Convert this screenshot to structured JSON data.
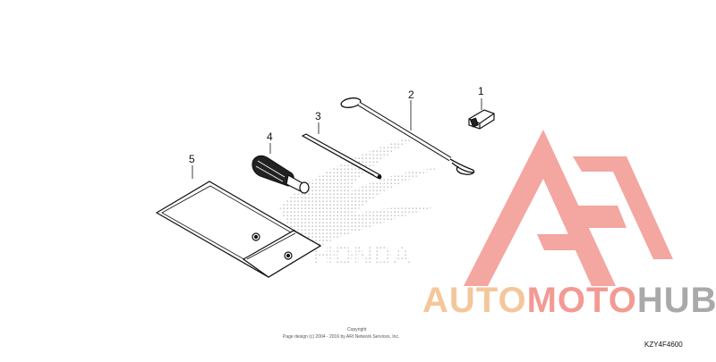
{
  "callouts": {
    "p1": "1",
    "p2": "2",
    "p3": "3",
    "p4": "4",
    "p5": "5"
  },
  "brand_mark": "HONDA",
  "watermark": {
    "part1": "AUTO",
    "part2": "MOTO",
    "part3": "HUB",
    "colors": {
      "auto": "#f4c79b",
      "moto": "#f39a93",
      "hub": "#a9a9a9",
      "triangle": "#f4a6a0"
    }
  },
  "copyright": {
    "line1": "Copyright",
    "line2": "Page design (c) 2004 - 2016 by ARI Network Services, Inc."
  },
  "ref_code": "KZY4F4600"
}
